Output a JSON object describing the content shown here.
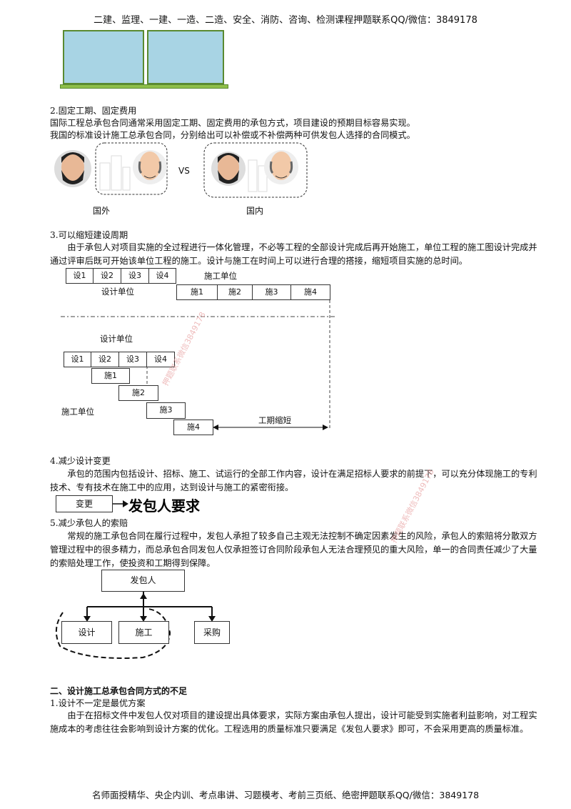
{
  "header": {
    "text": "二建、监理、一建、一造、二造、安全、消防、咨询、检测课程押题联系QQ/微信：3849178"
  },
  "footer": {
    "text": "名师面授精华、央企内训、考点串讲、习题模考、考前三页纸、绝密押题联系QQ/微信：3849178"
  },
  "section2": {
    "title": "2.固定工期、固定费用",
    "line1": "国际工程总承包合同通常采用固定工期、固定费用的承包方式，项目建设的预期目标容易实现。",
    "line2": "我国的标准设计施工总承包合同，分别给出可以补偿或不补偿两种可供发包人选择的合同模式。",
    "vs": "VS",
    "label_foreign": "国外",
    "label_domestic": "国内"
  },
  "section3": {
    "title": "3.可以缩短建设周期",
    "para": "由于承包人对项目实施的全过程进行一体化管理，不必等工程的全部设计完成后再开始施工，单位工程的施工图设计完成并通过评审后既可开始该单位工程的施工。设计与施工在时间上可以进行合理的搭接，缩短项目实施的总时间。",
    "top": {
      "design": [
        "设1",
        "设2",
        "设3",
        "设4"
      ],
      "design_label": "设计单位",
      "build_label": "施工单位",
      "build": [
        "施1",
        "施2",
        "施3",
        "施4"
      ]
    },
    "bottom": {
      "design_label": "设计单位",
      "design": [
        "设1",
        "设2",
        "设3",
        "设4"
      ],
      "build": [
        "施1",
        "施2",
        "施3",
        "施4"
      ],
      "build_label": "施工单位",
      "shorten_label": "工期缩短"
    }
  },
  "section4": {
    "title": "4.减少设计变更",
    "para": "承包的范围内包括设计、招标、施工、试运行的全部工作内容，设计在满足招标人要求的前提下，可以充分体现施工的专利技术、专有技术在施工中的应用，达到设计与施工的紧密衔接。",
    "change_label": "变更",
    "req_label": "发包人要求"
  },
  "section5": {
    "title": "5.减少承包人的索赔",
    "para": "常规的施工承包合同在履行过程中，发包人承担了较多自己主观无法控制不确定因素发生的风险，承包人的索赔将分散双方管理过程中的很多精力，而总承包合同发包人仅承担签订合同阶段承包人无法合理预见的重大风险，单一的合同责任减少了大量的索赔处理工作，使投资和工期得到保障。",
    "owner": "发包人",
    "design": "设计",
    "construct": "施工",
    "procure": "采购"
  },
  "part2": {
    "heading": "二、设计施工总承包合同方式的不足",
    "sub1": "1.设计不一定是最优方案",
    "para": "由于在招标文件中发包人仅对项目的建设提出具体要求，实际方案由承包人提出，设计可能受到实施者利益影响，对工程实施成本的考虑往往会影响到设计方案的优化。工程选用的质量标准只要满足《发包人要求》即可，不会采用更高的质量标准。"
  },
  "watermark": {
    "text": "押题联系微信3849178"
  },
  "colors": {
    "window_blue": "#a8d4e4",
    "window_frame": "#6a9a3a",
    "text": "#111111"
  }
}
